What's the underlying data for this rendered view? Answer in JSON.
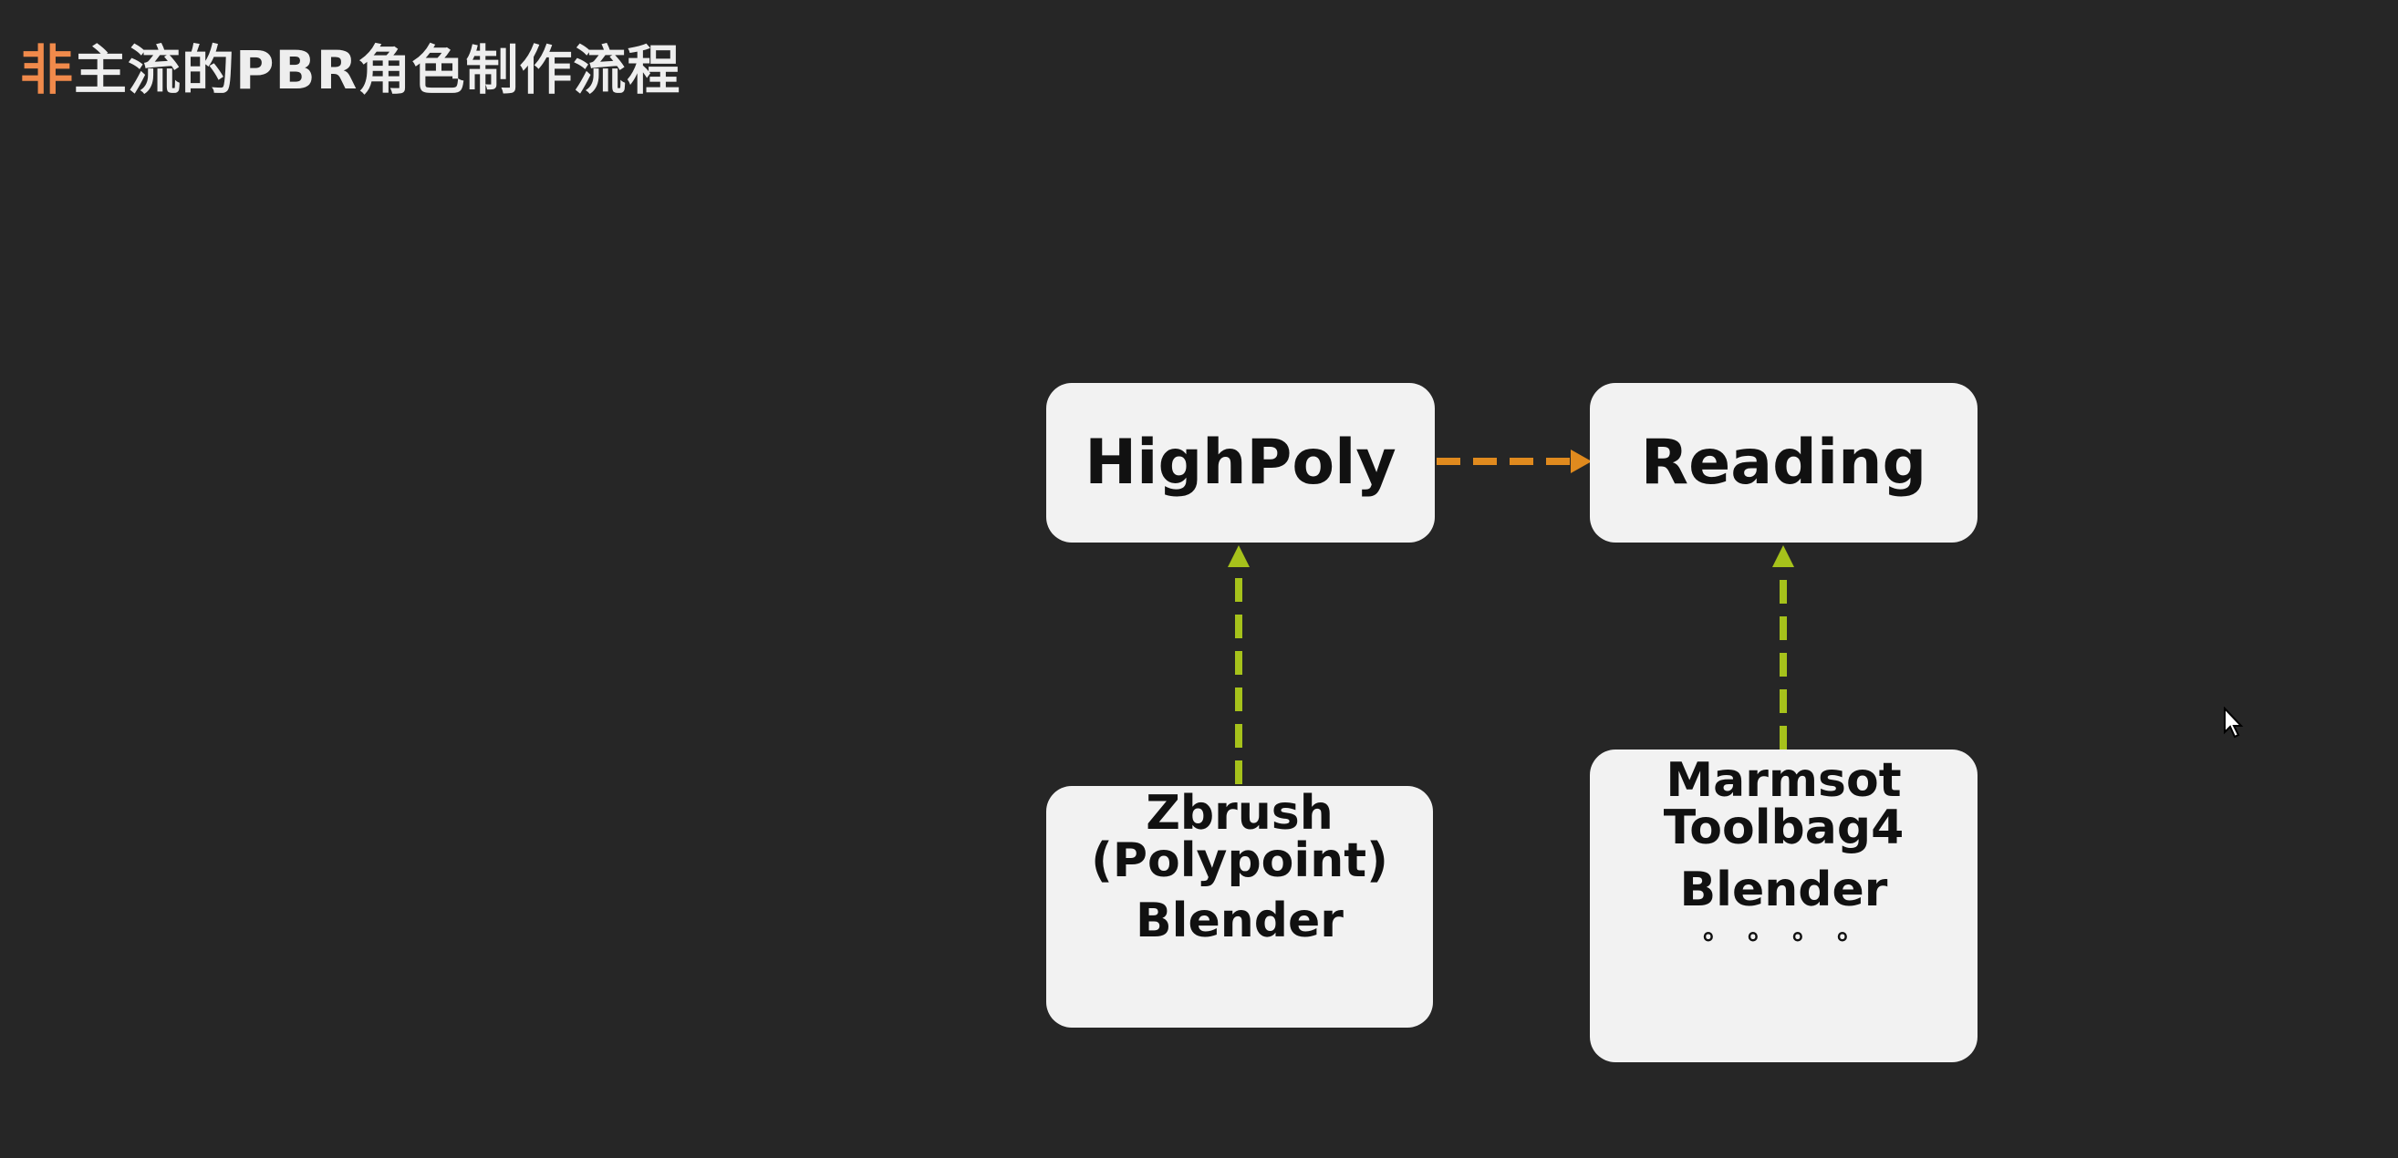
{
  "title": {
    "accent": "非",
    "rest": "主流的PBR角色制作流程"
  },
  "nodes": {
    "highpoly": "HighPoly",
    "reading": "Reading",
    "highpoly_tools": [
      "Zbrush",
      "(Polypoint)",
      "Blender"
    ],
    "reading_tools": [
      "Marmsot",
      "Toolbag4",
      "Blender"
    ],
    "reading_tools_more": "。。。。"
  },
  "colors": {
    "background": "#262626",
    "node_fill": "#f2f2f2",
    "title_accent": "#f08a4b",
    "arrow_orange": "#e08a1e",
    "arrow_green": "#a6c21b"
  },
  "icons": {
    "cursor": "mouse-pointer-icon"
  }
}
